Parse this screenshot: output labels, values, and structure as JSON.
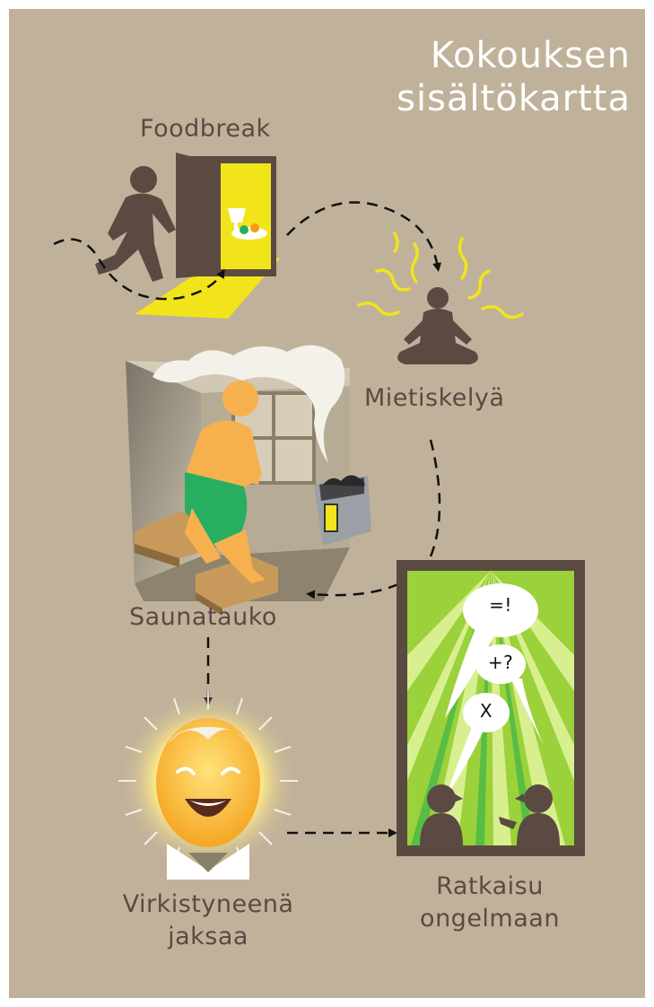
{
  "title": {
    "line1": "Kokouksen",
    "line2": "sisältökartta"
  },
  "steps": {
    "foodbreak": "Foodbreak",
    "meditation": "Mietiskelyä",
    "sauna": "Saunatauko",
    "refreshed": {
      "line1": "Virkistyneenä",
      "line2": "jaksaa"
    },
    "solution": {
      "line1": "Ratkaisu",
      "line2": "ongelmaan"
    }
  },
  "bubbles": {
    "top": "=!",
    "middle": "+?",
    "bottom": "X"
  },
  "colors": {
    "background": "#c0b29a",
    "title": "#ffffff",
    "label": "#5a4a42",
    "silhouette": "#5a4a42",
    "yellow": "#f2e41b",
    "orange": "#f7b04e",
    "green": "#27ae60",
    "lime": "#9bd13a"
  }
}
